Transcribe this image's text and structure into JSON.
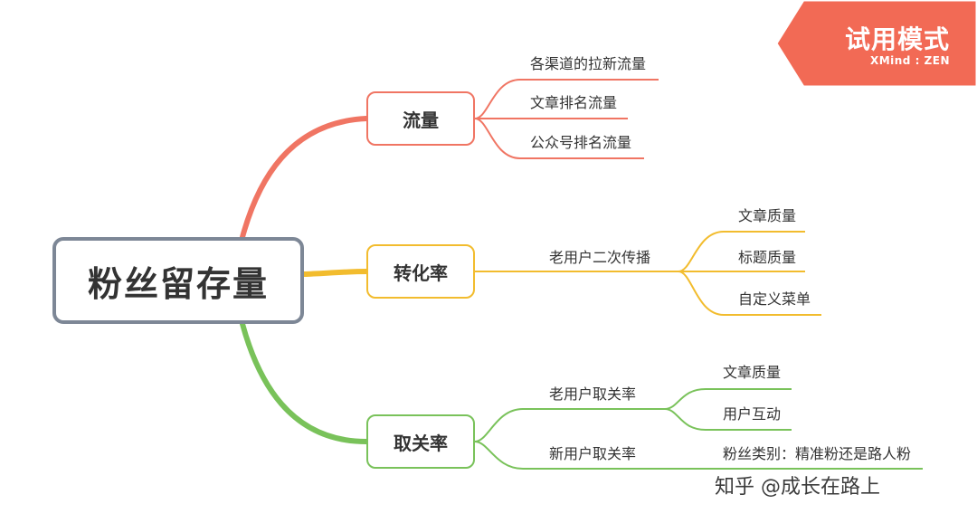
{
  "root": {
    "label": "粉丝留存量"
  },
  "branches": [
    {
      "label": "流量",
      "color": "#f07563",
      "children": [
        "各渠道的拉新流量",
        "文章排名流量",
        "公众号排名流量"
      ]
    },
    {
      "label": "转化率",
      "color": "#f2bc2e",
      "sub": {
        "label": "老用户二次传播",
        "children": [
          "文章质量",
          "标题质量",
          "自定义菜单"
        ]
      }
    },
    {
      "label": "取关率",
      "color": "#79c25a",
      "subs": [
        {
          "label": "老用户取关率",
          "children": [
            "文章质量",
            "用户互动"
          ]
        },
        {
          "label": "新用户取关率",
          "children": [
            "粉丝类别：精准粉还是路人粉"
          ]
        }
      ]
    }
  ],
  "badge": {
    "title": "试用模式",
    "brand": "XMind : ZEN",
    "color": "#f26a55"
  },
  "watermark": {
    "text": "知乎 @成长在路上"
  }
}
